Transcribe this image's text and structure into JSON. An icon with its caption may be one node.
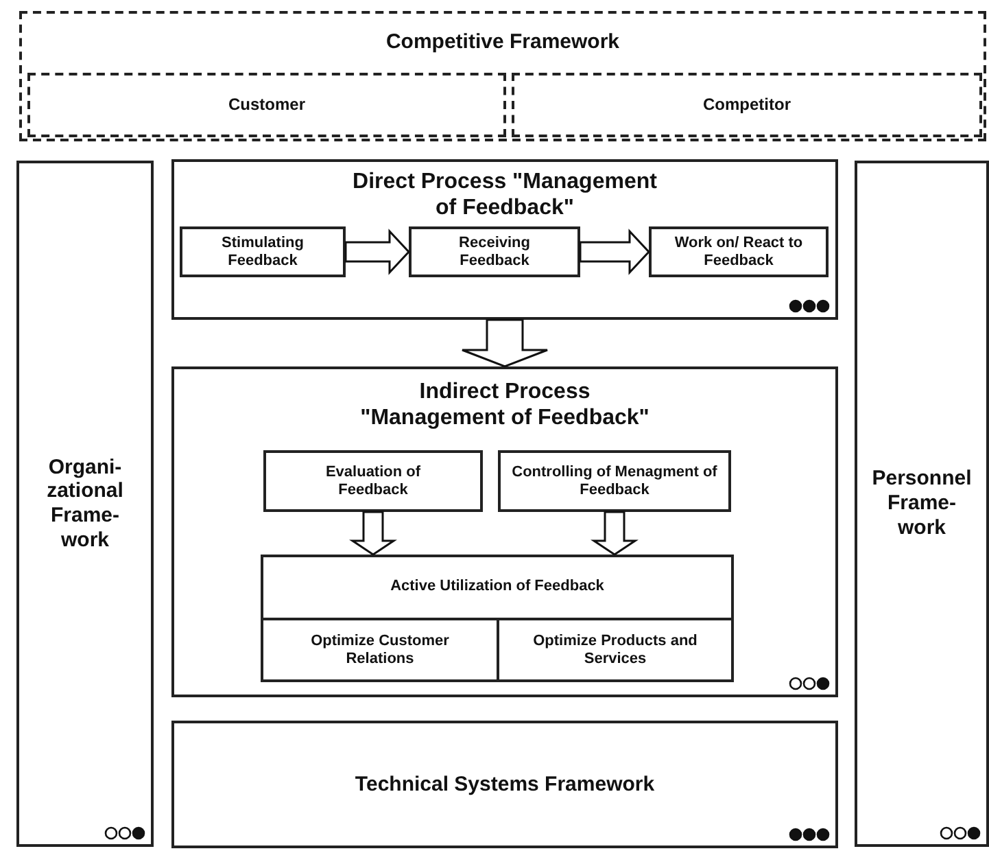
{
  "diagram": {
    "nodes": [
      {
        "text": [
          "Competitive Framework"
        ]
      },
      {
        "text": [
          "Customer"
        ],
        "in": 0
      },
      {
        "text": [
          "Competitor"
        ],
        "in": 0
      },
      {
        "text": [
          "Organi- zational Frame- work"
        ]
      },
      {
        "text": [
          "Direct Process \"Management of Feedback\""
        ]
      },
      {
        "text": [
          "Stimulating Feedback"
        ],
        "in": 4
      },
      {
        "text": [
          "Receiving Feedback"
        ],
        "in": 4
      },
      {
        "text": [
          "Work on/ React to Feedback"
        ],
        "in": 4
      },
      {
        "text": [
          "Indirect Process \"Management of Feedback\""
        ]
      },
      {
        "text": [
          "Evaluation of Feedback"
        ],
        "in": 8
      },
      {
        "text": [
          "Controlling of Menagment of Feedback"
        ],
        "in": 8
      },
      {
        "text": [
          "Active Utilization of Feedback"
        ],
        "in": 8
      },
      {
        "text": [
          "Optimize Customer Relations"
        ],
        "in": 11
      },
      {
        "text": [
          "Optimize Products and Services"
        ],
        "in": 11
      },
      {
        "text": [
          "Technical Systems Framework"
        ]
      },
      {
        "text": [
          "Personnel Frame- work"
        ]
      }
    ],
    "edges": [
      {
        "from": 5,
        "to": 6,
        "arrow": "to"
      },
      {
        "from": 6,
        "to": 7,
        "arrow": "to"
      },
      {
        "from": 4,
        "to": 8,
        "arrow": "to"
      },
      {
        "from": 9,
        "to": 11,
        "arrow": "to"
      },
      {
        "from": 10,
        "to": 11,
        "arrow": "to"
      }
    ]
  }
}
